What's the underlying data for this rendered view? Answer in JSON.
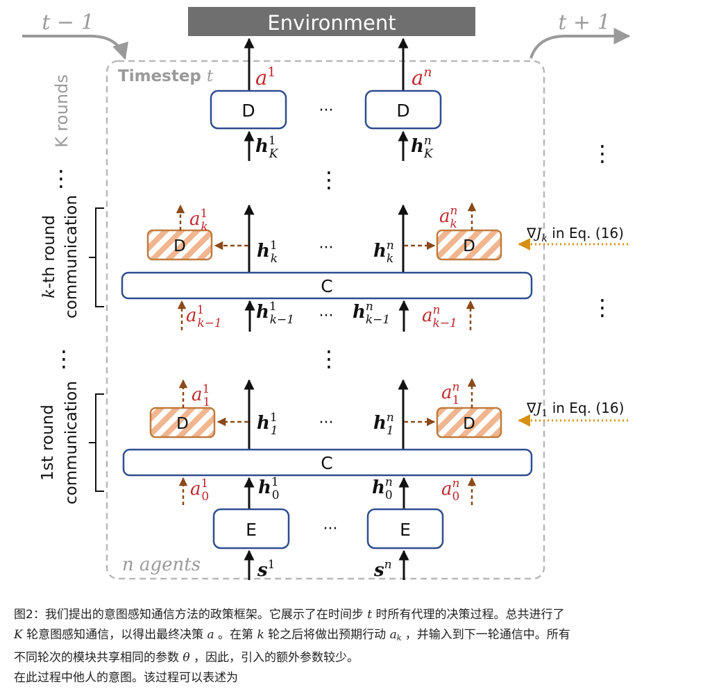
{
  "environment": {
    "label": "Environment"
  },
  "time": {
    "prev": "t − 1",
    "next": "t + 1"
  },
  "timestep_label": {
    "prefix": "Timestep",
    "var": "t"
  },
  "k_rounds_label": "K rounds",
  "n_agents_label": "n agents",
  "left_labels": {
    "kth_round": {
      "var": "k",
      "text": "-th round",
      "line2": "communication"
    },
    "first_round": {
      "line1": "1st round",
      "line2": "communication"
    }
  },
  "ellipsis": "···",
  "vdots": "⋮",
  "actions": {
    "a_1": {
      "base": "a",
      "sup": "1"
    },
    "a_n": {
      "base": "a",
      "sup": "n"
    }
  },
  "modules": {
    "decoder": "D",
    "comm": "C",
    "encoder": "E"
  },
  "hidden": {
    "h1K": {
      "base": "h",
      "sup": "1",
      "sub": "K"
    },
    "hnK": {
      "base": "h",
      "sup": "n",
      "sub": "K"
    },
    "h1k": {
      "base": "h",
      "sup": "1",
      "sub": "k"
    },
    "hnk": {
      "base": "h",
      "sup": "n",
      "sub": "k"
    },
    "h1km1": {
      "base": "h",
      "sup": "1",
      "sub": "k−1"
    },
    "hnkm1": {
      "base": "h",
      "sup": "n",
      "sub": "k−1"
    },
    "h11": {
      "base": "h",
      "sup": "1",
      "sub": "1"
    },
    "hn1": {
      "base": "h",
      "sup": "n",
      "sub": "1"
    },
    "h10": {
      "base": "h",
      "sup": "1",
      "sub": "0"
    },
    "hn0": {
      "base": "h",
      "sup": "n",
      "sub": "0"
    }
  },
  "intentions": {
    "a1k": {
      "base": "a",
      "sup": "1",
      "sub": "k"
    },
    "ank": {
      "base": "a",
      "sup": "n",
      "sub": "k"
    },
    "a1km1": {
      "base": "a",
      "sup": "1",
      "sub": "k−1"
    },
    "ankm1": {
      "base": "a",
      "sup": "n",
      "sub": "k−1"
    },
    "a11": {
      "base": "a",
      "sup": "1",
      "sub": "1"
    },
    "an1": {
      "base": "a",
      "sup": "n",
      "sub": "1"
    },
    "a10": {
      "base": "a",
      "sup": "1",
      "sub": "0"
    },
    "an0": {
      "base": "a",
      "sup": "n",
      "sub": "0"
    }
  },
  "states": {
    "s1": {
      "base": "s",
      "sup": "1"
    },
    "sn": {
      "base": "s",
      "sup": "n"
    }
  },
  "gradients": {
    "gJk": {
      "nabla": "∇",
      "var": "J",
      "sub": "k",
      "text": " in Eq. (16)"
    },
    "gJ1": {
      "nabla": "∇",
      "var": "J",
      "sub": "1",
      "text": " in Eq. (16)"
    }
  },
  "caption": {
    "l1a": "图2：我们提出的意图感知通信方法的政策框架。它展示了在时间步 ",
    "l1b": "t",
    "l1c": " 时所有代理的决策过程。总共进行了",
    "l2a": "K",
    "l2b": " 轮意图感知通信，以得出最终决策 ",
    "l2c": "a",
    "l2d": " 。在第 ",
    "l2e": "k",
    "l2f": " 轮之后将做出预期行动 ",
    "l2g": "a",
    "l2h": "k",
    "l2i": " ，并输入到下一轮通信中。所有",
    "l3a": "不同轮次的模块共享相同的参数 ",
    "l3b": "θ",
    "l3c": " ，因此，引入的额外参数较少。",
    "l4": "在此过程中他人的意图。该过程可以表述为"
  },
  "colors": {
    "blue_box": "#2f4d8f",
    "orange": "#c07a3c",
    "red_text": "#c0282d",
    "brown_arrow": "#8a4a1a",
    "gray": "#9a9a9a",
    "env_fill": "#6f6f6f",
    "gold_dotted": "#d4900e"
  }
}
